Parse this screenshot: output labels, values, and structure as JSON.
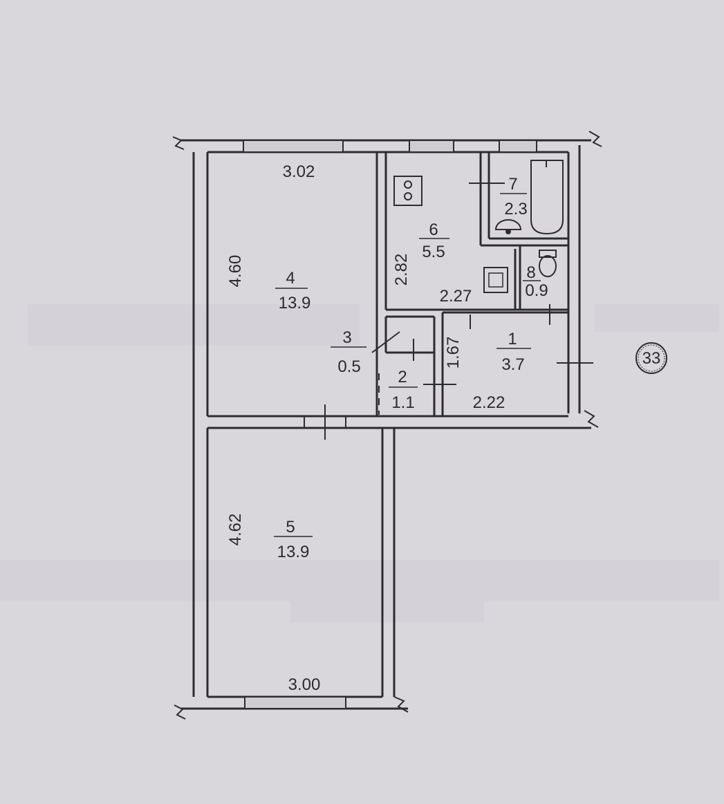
{
  "plan": {
    "rooms": [
      {
        "id": "room-1",
        "number": "1",
        "area": "3.7"
      },
      {
        "id": "room-2",
        "number": "2",
        "area": "1.1"
      },
      {
        "id": "room-3",
        "number": "3",
        "area": "0.5"
      },
      {
        "id": "room-4",
        "number": "4",
        "area": "13.9"
      },
      {
        "id": "room-5",
        "number": "5",
        "area": "13.9"
      },
      {
        "id": "room-6",
        "number": "6",
        "area": "5.5"
      },
      {
        "id": "room-7",
        "number": "7",
        "area": "2.3"
      },
      {
        "id": "room-8",
        "number": "8",
        "area": "0.9"
      }
    ],
    "dimensions": {
      "room4_width": "3.02",
      "room4_height": "4.60",
      "room5_height": "4.62",
      "room5_width": "3.00",
      "room6_height": "2.82",
      "room6_width": "2.27",
      "room1_height": "1.67",
      "room1_width": "2.22"
    },
    "apartment_number": "33"
  }
}
